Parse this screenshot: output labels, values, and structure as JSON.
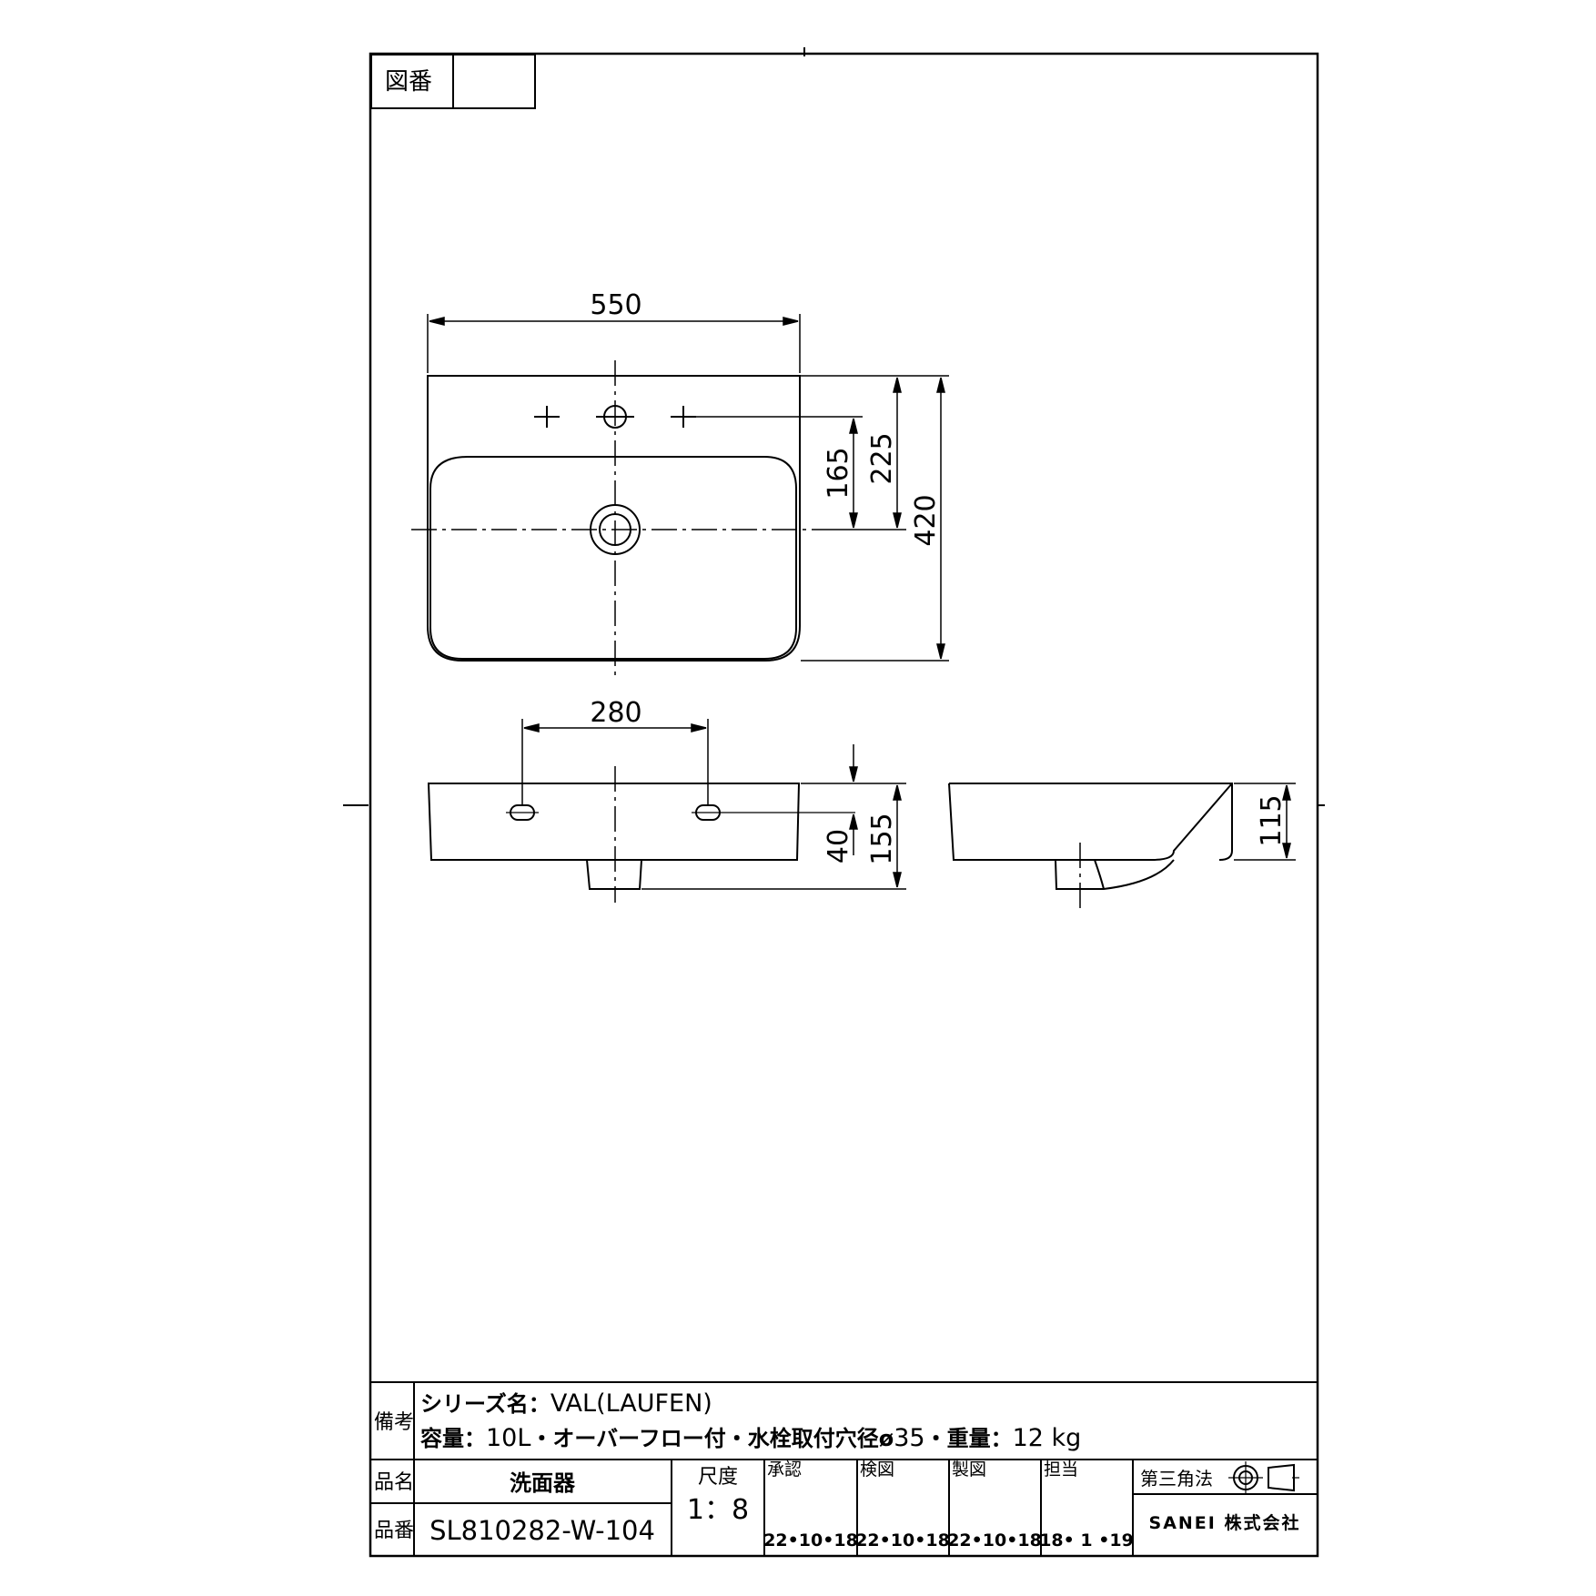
{
  "title_block": {
    "drawing_number_label": "図番",
    "drawing_number_value": "",
    "remarks_label": "備考",
    "remarks_line1_label": "シリーズ名：",
    "remarks_line1_value": "VAL(LAUFEN)",
    "remarks_line2_label1": "容量：",
    "remarks_line2_value1": "10L",
    "remarks_line2_mid": "・オーバーフロー付・水栓取付穴径ø",
    "remarks_line2_value2": "35",
    "remarks_line2_label3": "・重量：",
    "remarks_line2_value3": "12 kg",
    "product_name_label": "品名",
    "product_name_value": "洗面器",
    "product_number_label": "品番",
    "product_number_value": "SL810282-W-104",
    "scale_label": "尺度",
    "scale_value": "1：8",
    "approval_label": "承認",
    "approval_date": "22•10•18",
    "inspection_label": "検図",
    "inspection_date": "22•10•18",
    "drafting_label": "製図",
    "drafting_date": "22•10•18",
    "charge_label": "担当",
    "charge_date": "18• 1 •19",
    "projection_label": "第三角法",
    "company": "SANEI 株式会社"
  },
  "dimensions": {
    "top_width": "550",
    "tap_hole_offset": "165",
    "drain_offset": "225",
    "overall_depth": "420",
    "tap_spacing": "280",
    "tap_height": "40",
    "overall_height": "155",
    "side_height": "115"
  }
}
